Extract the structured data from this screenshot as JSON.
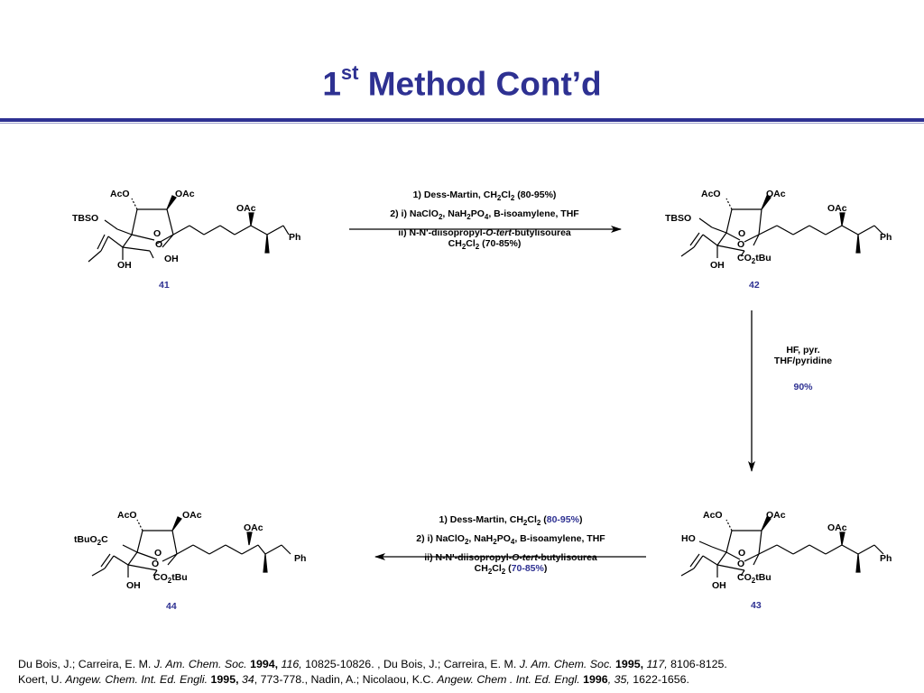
{
  "slide": {
    "title_main": "1",
    "title_sup": "st",
    "title_rest": " Method Cont’d"
  },
  "compounds": {
    "c41": {
      "number": "41"
    },
    "c42": {
      "number": "42"
    },
    "c43": {
      "number": "43"
    },
    "c44": {
      "number": "44"
    }
  },
  "molecule_labels": {
    "aco": "AcO",
    "oac": "OAc",
    "o": "O",
    "oh": "OH",
    "ph": "Ph",
    "tbso": "TBSO",
    "ho": "HO",
    "co2tbu_pre": "CO",
    "co2tbu_sub": "2",
    "co2tbu_post": "tBu",
    "tbuo2c_pre": "tBuO",
    "tbuo2c_sub": "2",
    "tbuo2c_post": "C"
  },
  "step1": {
    "line1_pre": "1) Dess-Martin, CH",
    "line1_s1": "2",
    "line1_mid": "Cl",
    "line1_s2": "2",
    "line1_post": " (80-95%)",
    "line2_pre": "2) i) NaClO",
    "line2_s1": "2",
    "line2_mid": ", NaH",
    "line2_s2": "2",
    "line2_mid2": "PO",
    "line2_s3": "4",
    "line2_post": ", B-isoamylene, THF",
    "line3_pre": "ii) N-N'-diisopropyl-",
    "line3_it1": "O",
    "line3_dash": "-",
    "line3_it2": "tert",
    "line3_post": "-butylisourea",
    "line4_pre": "CH",
    "line4_s1": "2",
    "line4_mid": "Cl",
    "line4_s2": "2",
    "line4_post": " (70-85%)"
  },
  "step2": {
    "line1": "HF, pyr.",
    "line2": "THF/pyridine",
    "yield": "90%"
  },
  "step3": {
    "line1_pre": "1) Dess-Martin, CH",
    "line1_s1": "2",
    "line1_mid": "Cl",
    "line1_s2": "2",
    "line1_open": " (",
    "line1_yield": "80-95%",
    "line1_close": ")",
    "line2_pre": "2) i) NaClO",
    "line2_s1": "2",
    "line2_mid": ", NaH",
    "line2_s2": "2",
    "line2_mid2": "PO",
    "line2_s3": "4",
    "line2_post": ", B-isoamylene, THF",
    "line3_pre": "ii) N-N'-diisopropyl-",
    "line3_it1": "O",
    "line3_dash": "-",
    "line3_it2": "tert",
    "line3_post": "-butylisourea",
    "line4_pre": "CH",
    "line4_s1": "2",
    "line4_mid": "Cl",
    "line4_s2": "2",
    "line4_open": " (",
    "line4_yield": "70-85%",
    "line4_close": ")"
  },
  "references": {
    "r1_a": "Du Bois, J.; Carreira, E. M. ",
    "r1_b": "J. Am. Chem. Soc.",
    "r1_c": " 1994,",
    "r1_d": " 116,",
    "r1_e": " 10825-10826. , Du Bois, J.; Carreira, E. M. ",
    "r1_f": "J. Am. Chem. Soc.",
    "r1_g": " 1995,",
    "r1_h": " 117,",
    "r1_i": " 8106-8125.",
    "r2_a": "Koert, U. ",
    "r2_b": "Angew. Chem. Int. Ed. Engli.",
    "r2_c": " 1995,",
    "r2_d": " 34",
    "r2_e": ", 773-778., Nadin, A.; Nicolaou, K.C. ",
    "r2_f": "Angew. Chem . Int. Ed. Engl.",
    "r2_g": " 1996",
    "r2_h": ", 35,",
    "r2_i": " 1622-1656."
  },
  "colors": {
    "accent": "#2e3192",
    "text": "#000000"
  }
}
